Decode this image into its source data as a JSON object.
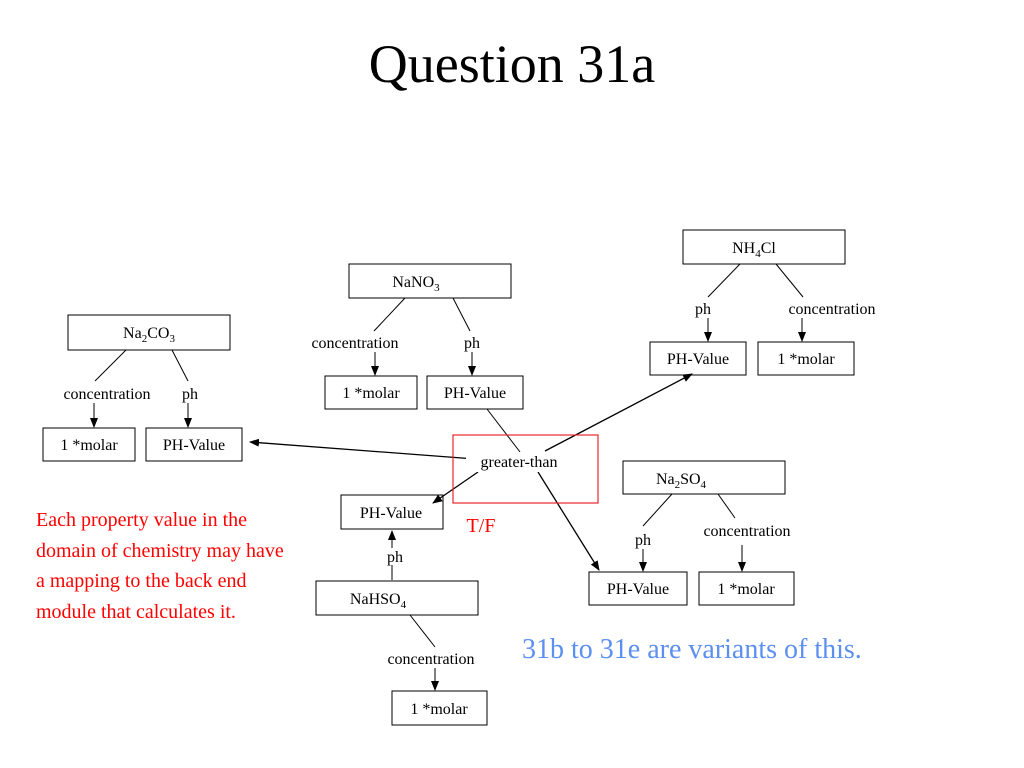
{
  "slide": {
    "title": "Question 31a",
    "note": "Each property value in the domain of chemistry may have a mapping to the back end module that calculates it.",
    "variants": "31b to 31e are variants of this."
  },
  "diagram": {
    "colors": {
      "arrows": "#000000",
      "selection": "#e8252a",
      "note": "#ff0000",
      "variants": "#5b8ff0"
    },
    "labels": {
      "concentration": "concentration",
      "ph": "ph",
      "molar": "1 *molar",
      "ph_value": "PH-Value",
      "greater_than": "greater-than",
      "tf": "T/F"
    },
    "compounds": {
      "na2co3": {
        "base": "Na",
        "sub1": "2",
        "mid": "CO",
        "sub2": "3"
      },
      "nano3": {
        "base": "NaNO",
        "sub1": "3"
      },
      "nh4cl": {
        "base": "NH",
        "sub1": "4",
        "mid": "Cl"
      },
      "na2so4": {
        "base": "Na",
        "sub1": "2",
        "mid": "SO",
        "sub2": "4"
      },
      "nahso4": {
        "base": "NaHSO",
        "sub1": "4"
      }
    }
  }
}
